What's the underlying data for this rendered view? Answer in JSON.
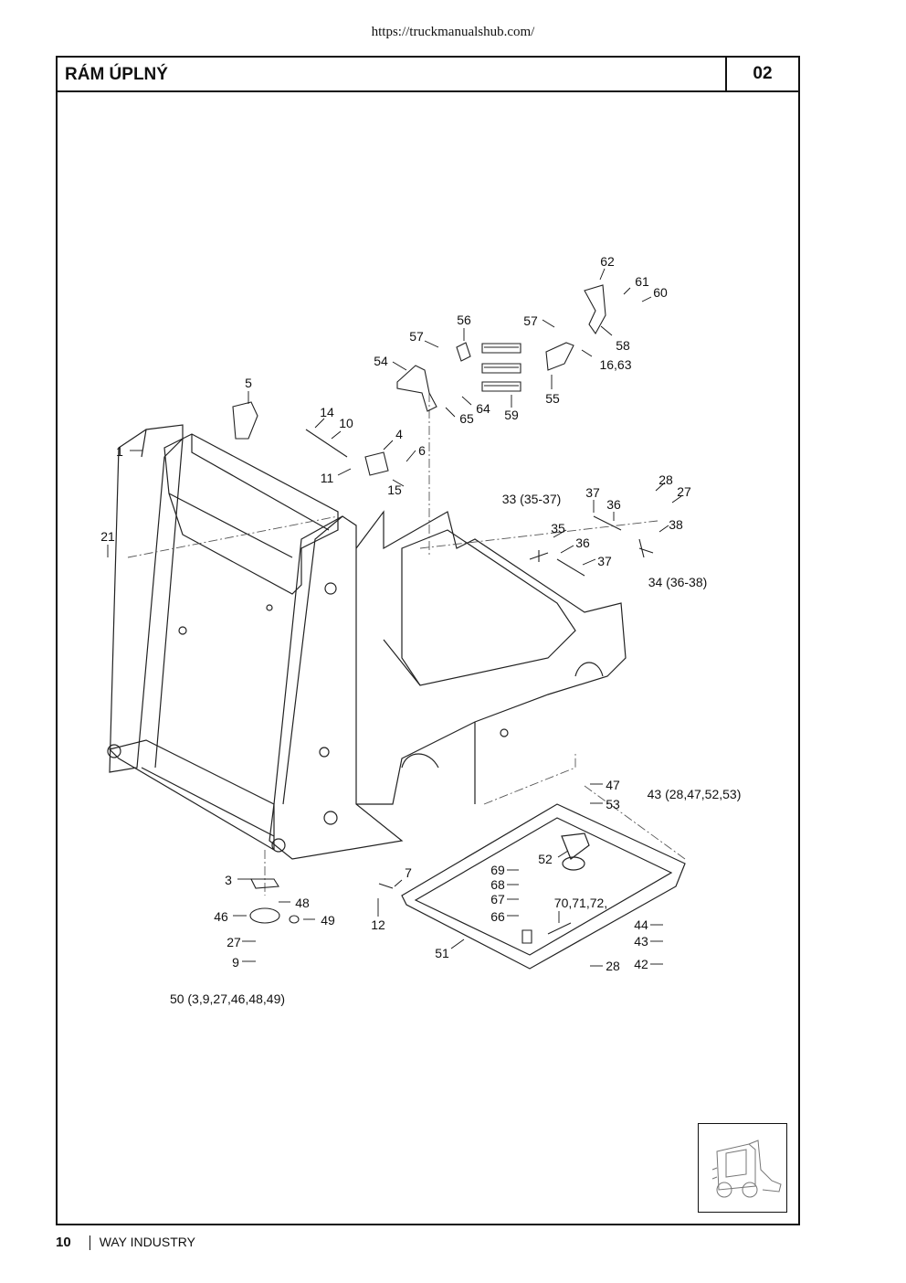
{
  "header_url": "https://truckmanualshub.com/",
  "section": {
    "title": "RÁM ÚPLNÝ",
    "number": "02"
  },
  "footer": {
    "page": "10",
    "brand": "WAY INDUSTRY"
  },
  "callouts": {
    "c1": "1",
    "c3": "3",
    "c4": "4",
    "c5": "5",
    "c6": "6",
    "c7": "7",
    "c9": "9",
    "c10": "10",
    "c11": "11",
    "c12": "12",
    "c14": "14",
    "c15": "15",
    "c16_63": "16,63",
    "c21": "21",
    "c27a": "27",
    "c27b": "27",
    "c28a": "28",
    "c28b": "28",
    "c33": "33 (35-37)",
    "c34": "34 (36-38)",
    "c35": "35",
    "c36a": "36",
    "c36b": "36",
    "c37a": "37",
    "c37b": "37",
    "c38": "38",
    "c42": "42",
    "c43": "43",
    "c43grp": "43 (28,47,52,53)",
    "c44": "44",
    "c46": "46",
    "c47": "47",
    "c48": "48",
    "c49": "49",
    "c50": "50 (3,9,27,46,48,49)",
    "c51": "51",
    "c52": "52",
    "c53": "53",
    "c54": "54",
    "c55": "55",
    "c56": "56",
    "c57a": "57",
    "c57b": "57",
    "c58": "58",
    "c59": "59",
    "c60": "60",
    "c61": "61",
    "c62": "62",
    "c64": "64",
    "c65": "65",
    "c66": "66",
    "c67": "67",
    "c68": "68",
    "c69": "69",
    "c70": "70,71,72,"
  }
}
